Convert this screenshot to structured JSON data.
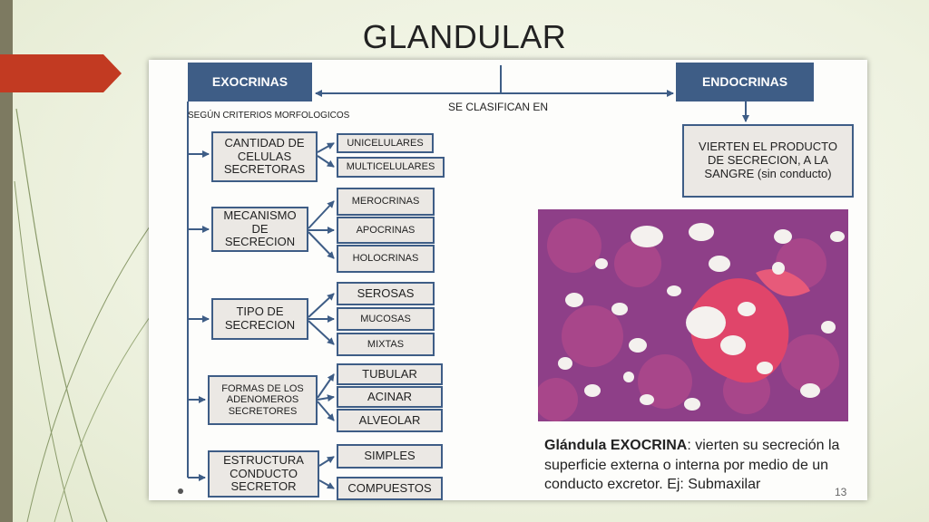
{
  "title": "GLANDULAR",
  "diagram": {
    "exocrinas": "EXOCRINAS",
    "endocrinas": "ENDOCRINAS",
    "se_clasifican": "SE CLASIFICAN EN",
    "criterios": "SEGÚN CRITERIOS MORFOLOGICOS",
    "endocrine_desc": "VIERTEN EL PRODUCTO DE SECRECION, A LA SANGRE (sin conducto)",
    "categories": [
      {
        "label": "CANTIDAD DE CELULAS SECRETORAS",
        "items": [
          "UNICELULARES",
          "MULTICELULARES"
        ]
      },
      {
        "label": "MECANISMO DE SECRECION",
        "items": [
          "MEROCRINAS",
          "APOCRINAS",
          "HOLOCRINAS"
        ]
      },
      {
        "label": "TIPO DE SECRECION",
        "items": [
          "SEROSAS",
          "MUCOSAS",
          "MIXTAS"
        ]
      },
      {
        "label": "FORMAS DE LOS ADENOMEROS SECRETORES",
        "items": [
          "TUBULAR",
          "ACINAR",
          "ALVEOLAR"
        ]
      },
      {
        "label": "ESTRUCTURA CONDUCTO SECRETOR",
        "items": [
          "SIMPLES",
          "COMPUESTOS"
        ]
      }
    ]
  },
  "caption": {
    "bold": "Glándula EXOCRINA",
    "rest": ": vierten su secreción la superficie externa o interna por medio de un conducto excretor. Ej: Submaxilar"
  },
  "page_number": "13",
  "colors": {
    "accent_red": "#c23a22",
    "box_blue": "#3e5d86",
    "box_fill": "#ebe8e4",
    "side_bar": "#7d7a61"
  }
}
